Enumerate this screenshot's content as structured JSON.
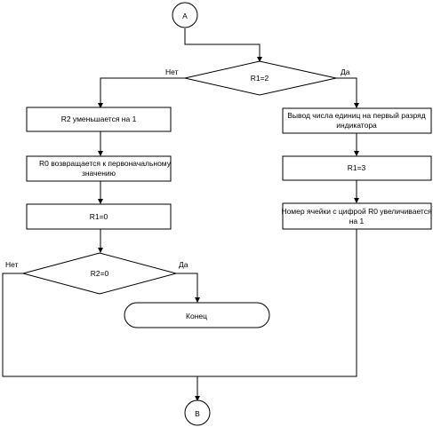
{
  "connectors": {
    "start": "A",
    "end": "B"
  },
  "decisions": {
    "r1_check": "R1=2",
    "r2_check": "R2=0"
  },
  "branch_labels": {
    "r1_no": "Нет",
    "r1_yes": "Да",
    "r2_no": "Нет",
    "r2_yes": "Да"
  },
  "left_branch": {
    "step1": "R2 уменьшается на 1",
    "step2_line1": "R0 возвращается к первоначальному",
    "step2_line2": "значению",
    "step3": "R1=0"
  },
  "right_branch": {
    "step1_line1": "Вывод числа единиц на первый разряд",
    "step1_line2": "индикатора",
    "step2": "R1=3",
    "step3_line1": "Номер ячейки с цифрой R0 увеличивается",
    "step3_line2": "на 1"
  },
  "terminator": "Конец"
}
